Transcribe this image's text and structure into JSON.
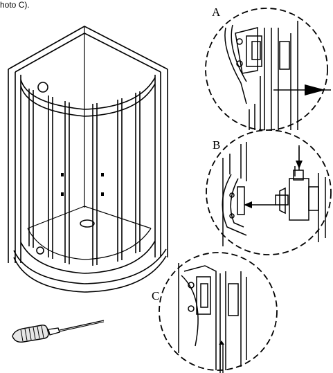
{
  "caption": "hoto C).",
  "detail_labels": {
    "a": "A",
    "b": "B",
    "c": "C"
  },
  "icons": {
    "enclosure": "quadrant-shower-enclosure-drawing",
    "tool": "screwdriver-icon"
  }
}
